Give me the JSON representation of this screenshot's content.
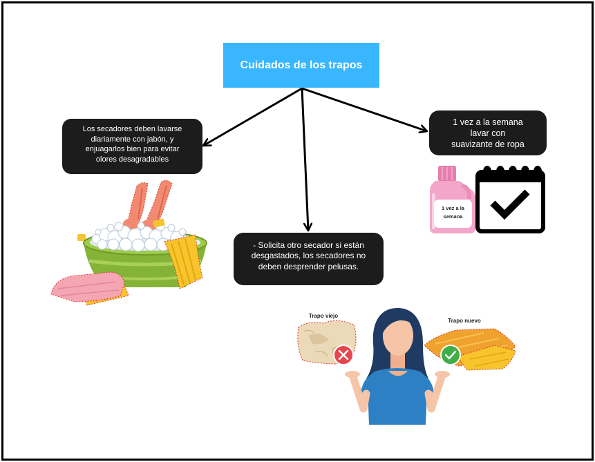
{
  "title": "Cuidados de los trapos",
  "boxes": {
    "left": {
      "lines": [
        "Los secadores deben lavarse",
        "diariamente con jabón, y",
        "enjuagarlos bien para evitar",
        "olores desagradables"
      ]
    },
    "center": {
      "lines": [
        "- Solicita otro secador si están",
        "desgastados, los secadores no",
        "deben desprender pelusas."
      ]
    },
    "right": {
      "lines": [
        "1 vez a la semana",
        "lavar con",
        "suavizante de ropa"
      ]
    }
  },
  "illustrations": {
    "wash_basin": {
      "icon": "wash-basin-with-towels"
    },
    "softener_bottle": {
      "icon": "fabric-softener-bottle",
      "label_lines": [
        "1 vez a la",
        "semana"
      ]
    },
    "calendar": {
      "icon": "calendar-check-icon"
    },
    "woman": {
      "icon": "woman-holding-rags",
      "old_rag_label": "Trapo viejo",
      "new_rag_label": "Trapo nuevo",
      "reject_icon": "red-x-icon",
      "approve_icon": "green-check-icon"
    }
  },
  "colors": {
    "title_background": "#38b6ff",
    "title_text": "#ffffff",
    "box_background": "#1c1c1c",
    "box_text": "#ffffff",
    "arrow": "#000000",
    "reject": "#e5464d",
    "approve": "#41ad49"
  }
}
